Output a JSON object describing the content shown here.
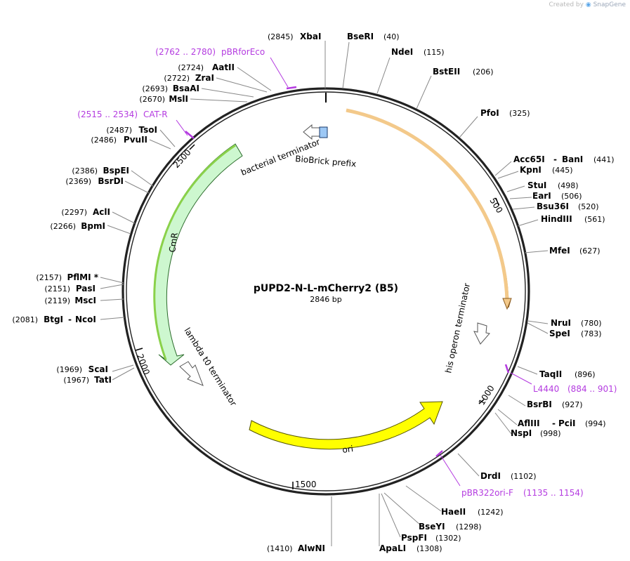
{
  "credit": {
    "prefix": "Created by",
    "brand": "SnapGene"
  },
  "plasmid": {
    "name": "pUPD2-N-L-mCherry2 (B5)",
    "size_label": "2846 bp",
    "length": 2846
  },
  "ticks": [
    "500",
    "1000",
    "1500",
    "2000",
    "2500"
  ],
  "enzymes": [
    {
      "name": "XbaI",
      "pos": "(2845)"
    },
    {
      "name": "BseRI",
      "pos": "(40)"
    },
    {
      "name": "NdeI",
      "pos": "(115)"
    },
    {
      "name": "BstEII",
      "pos": "(206)"
    },
    {
      "name": "PfoI",
      "pos": "(325)"
    },
    {
      "name": "Acc65I",
      "pos": "(441)"
    },
    {
      "name": "BanI",
      "pos": ""
    },
    {
      "name": "KpnI",
      "pos": "(445)"
    },
    {
      "name": "StuI",
      "pos": "(498)"
    },
    {
      "name": "EarI",
      "pos": "(506)"
    },
    {
      "name": "Bsu36I",
      "pos": "(520)"
    },
    {
      "name": "HindIII",
      "pos": "(561)"
    },
    {
      "name": "MfeI",
      "pos": "(627)"
    },
    {
      "name": "NruI",
      "pos": "(780)"
    },
    {
      "name": "SpeI",
      "pos": "(783)"
    },
    {
      "name": "TaqII",
      "pos": "(896)"
    },
    {
      "name": "BsrBI",
      "pos": "(927)"
    },
    {
      "name": "AflIII",
      "pos": "(994)"
    },
    {
      "name": "PciI",
      "pos": ""
    },
    {
      "name": "NspI",
      "pos": "(998)"
    },
    {
      "name": "DrdI",
      "pos": "(1102)"
    },
    {
      "name": "HaeII",
      "pos": "(1242)"
    },
    {
      "name": "BseYI",
      "pos": "(1298)"
    },
    {
      "name": "PspFI",
      "pos": "(1302)"
    },
    {
      "name": "ApaLI",
      "pos": "(1308)"
    },
    {
      "name": "AlwNI",
      "pos": "(1410)"
    },
    {
      "name": "TatI",
      "pos": "(1967)"
    },
    {
      "name": "ScaI",
      "pos": "(1969)"
    },
    {
      "name": "BtgI",
      "pos": "(2081)"
    },
    {
      "name": "NcoI",
      "pos": ""
    },
    {
      "name": "MscI",
      "pos": "(2119)"
    },
    {
      "name": "PasI",
      "pos": "(2151)"
    },
    {
      "name": "PflMI *",
      "pos": "(2157)"
    },
    {
      "name": "BpmI",
      "pos": "(2266)"
    },
    {
      "name": "AclI",
      "pos": "(2297)"
    },
    {
      "name": "BsrDI",
      "pos": "(2369)"
    },
    {
      "name": "BspEI",
      "pos": "(2386)"
    },
    {
      "name": "PvuII",
      "pos": "(2486)"
    },
    {
      "name": "TsoI",
      "pos": "(2487)"
    },
    {
      "name": "MslI",
      "pos": "(2670)"
    },
    {
      "name": "BsaAI",
      "pos": "(2693)"
    },
    {
      "name": "ZraI",
      "pos": "(2722)"
    },
    {
      "name": "AatII",
      "pos": "(2724)"
    }
  ],
  "primers": [
    {
      "name": "pBRforEco",
      "range": "(2762 .. 2780)"
    },
    {
      "name": "CAT-R",
      "range": "(2515 .. 2534)"
    },
    {
      "name": "L4440",
      "range": "(884 .. 901)"
    },
    {
      "name": "pBR322ori-F",
      "range": "(1135 .. 1154)"
    }
  ],
  "features": {
    "bacterial_terminator": "bacterial terminator",
    "biobrick_prefix": "BioBrick prefix",
    "cmr": "CmR",
    "lambda_terminator": "lambda t0 terminator",
    "his_terminator": "his operon terminator",
    "ori": "ori"
  },
  "colors": {
    "backbone": "#222222",
    "orange_feature": "#f3c98a",
    "orange_feature_stroke": "#8a5a1e",
    "cmr_fill": "#cdf7cf",
    "cmr_highlight": "#8ad14a",
    "ori_fill": "#ffff00",
    "terminator_fill": "#ffffff",
    "biobrick_fill": "#9dc8f5",
    "primer": "#b43be0"
  }
}
